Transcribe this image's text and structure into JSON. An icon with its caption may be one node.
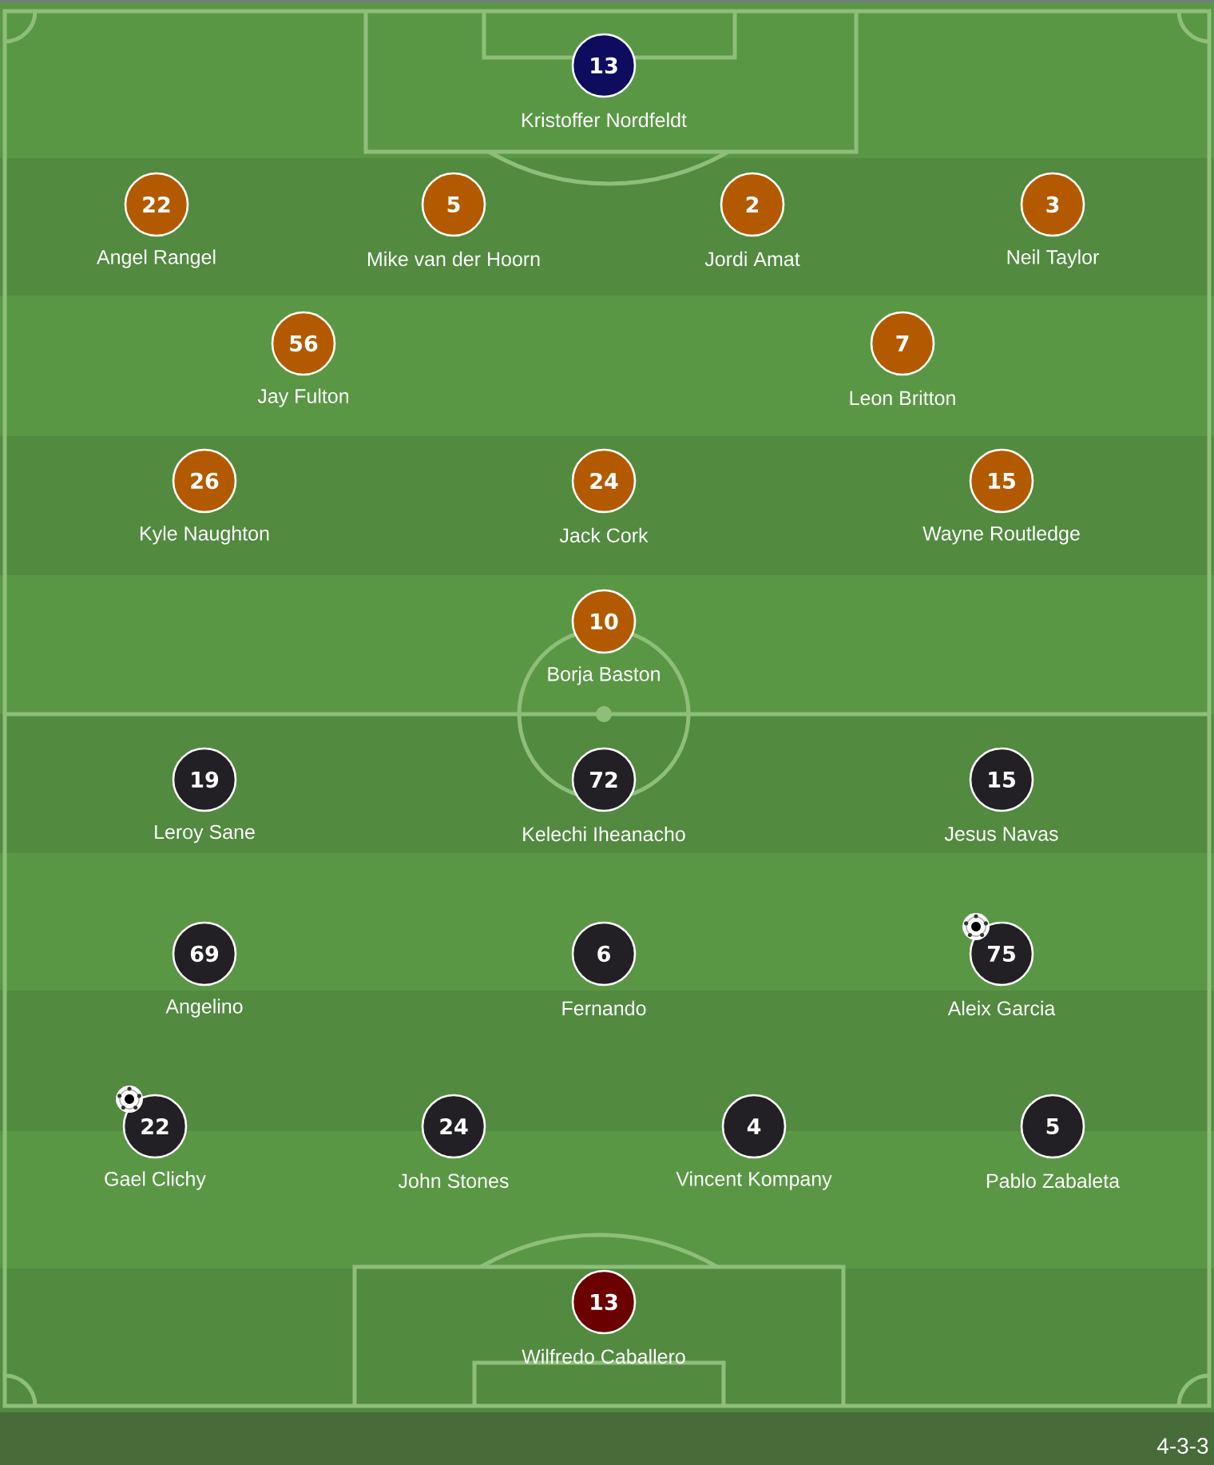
{
  "diagram": {
    "nodes": [
      {
        "text": [
          "13"
        ],
        "beside": [
          "Kristoffer Nordfeldt"
        ]
      },
      {
        "text": [
          "22"
        ],
        "beside": [
          "Angel Rangel"
        ]
      },
      {
        "text": [
          "5"
        ],
        "beside": [
          "Mike van der Hoorn"
        ]
      },
      {
        "text": [
          "2"
        ],
        "beside": [
          "Jordi Amat"
        ]
      },
      {
        "text": [
          "3"
        ],
        "beside": [
          "Neil Taylor"
        ]
      },
      {
        "text": [
          "56"
        ],
        "beside": [
          "Jay Fulton"
        ]
      },
      {
        "text": [
          "7"
        ],
        "beside": [
          "Leon Britton"
        ]
      },
      {
        "text": [
          "26"
        ],
        "beside": [
          "Kyle Naughton"
        ]
      },
      {
        "text": [
          "24"
        ],
        "beside": [
          "Jack Cork"
        ]
      },
      {
        "text": [
          "15"
        ],
        "beside": [
          "Wayne Routledge"
        ]
      },
      {
        "text": [
          "10"
        ],
        "beside": [
          "Borja Baston"
        ]
      },
      {
        "text": [
          "19"
        ],
        "beside": [
          "Leroy Sane"
        ]
      },
      {
        "text": [
          "72"
        ],
        "beside": [
          "Kelechi Iheanacho"
        ]
      },
      {
        "text": [
          "15"
        ],
        "beside": [
          "Jesus Navas"
        ]
      },
      {
        "text": [
          "69"
        ],
        "beside": [
          "Angelino"
        ]
      },
      {
        "text": [
          "6"
        ],
        "beside": [
          "Fernando"
        ]
      },
      {
        "text": [
          "75"
        ],
        "beside": [
          "Aleix Garcia"
        ]
      },
      {
        "text": [
          "22"
        ],
        "beside": [
          "Gael Clichy"
        ]
      },
      {
        "text": [
          "24"
        ],
        "beside": [
          "John Stones"
        ]
      },
      {
        "text": [
          "4"
        ],
        "beside": [
          "Vincent Kompany"
        ]
      },
      {
        "text": [
          "5"
        ],
        "beside": [
          "Pablo Zabaleta"
        ]
      },
      {
        "text": [
          "13"
        ],
        "beside": [
          "Wilfredo Caballero"
        ]
      }
    ],
    "labels": [
      "4-3-3"
    ]
  }
}
